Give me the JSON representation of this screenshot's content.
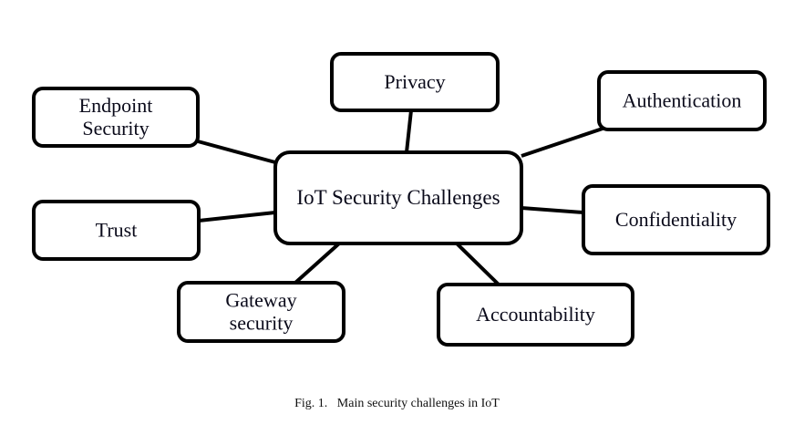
{
  "diagram": {
    "center": {
      "id": "center",
      "label": [
        "IoT Security Challenges"
      ]
    },
    "nodes": [
      {
        "id": "privacy",
        "label": [
          "Privacy"
        ]
      },
      {
        "id": "authentication",
        "label": [
          "Authentication"
        ]
      },
      {
        "id": "endpoint-security",
        "label": [
          "Endpoint",
          "Security"
        ]
      },
      {
        "id": "trust",
        "label": [
          "Trust"
        ]
      },
      {
        "id": "confidentiality",
        "label": [
          "Confidentiality"
        ]
      },
      {
        "id": "gateway-security",
        "label": [
          "Gateway",
          "security"
        ]
      },
      {
        "id": "accountability",
        "label": [
          "Accountability"
        ]
      }
    ],
    "edges": [
      [
        "center",
        "privacy"
      ],
      [
        "center",
        "authentication"
      ],
      [
        "center",
        "endpoint-security"
      ],
      [
        "center",
        "trust"
      ],
      [
        "center",
        "confidentiality"
      ],
      [
        "center",
        "gateway-security"
      ],
      [
        "center",
        "accountability"
      ]
    ]
  },
  "caption": "Fig. 1.   Main security challenges in IoT"
}
